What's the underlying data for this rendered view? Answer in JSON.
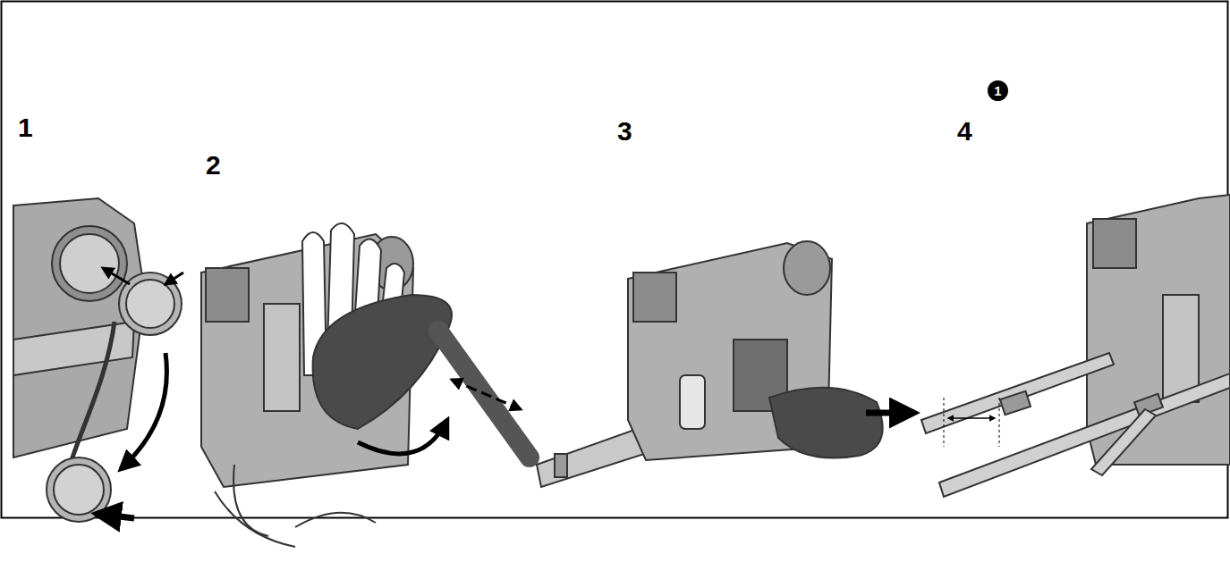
{
  "diagram": {
    "labels": [
      "1",
      "2",
      "3",
      "4",
      "1"
    ]
  }
}
